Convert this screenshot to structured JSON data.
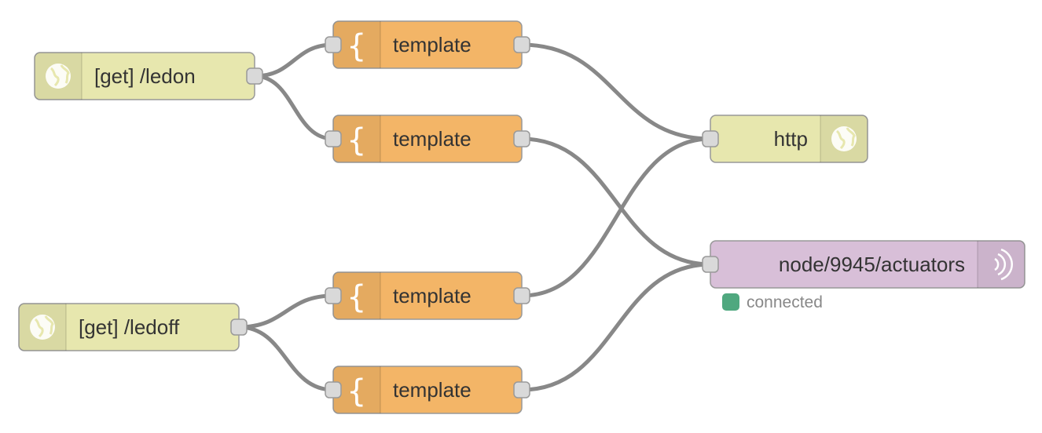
{
  "colors": {
    "http_in": "#e7e7ae",
    "template": "#f3b567",
    "mqtt_out": "#d8bfd8",
    "wire": "#888888",
    "status_connected": "#4fa87f"
  },
  "nodes": {
    "ledon": {
      "label": "[get] /ledon",
      "icon": "globe-icon"
    },
    "ledoff": {
      "label": "[get] /ledoff",
      "icon": "globe-icon"
    },
    "tpl1": {
      "label": "template",
      "icon": "brace-icon"
    },
    "tpl2": {
      "label": "template",
      "icon": "brace-icon"
    },
    "tpl3": {
      "label": "template",
      "icon": "brace-icon"
    },
    "tpl4": {
      "label": "template",
      "icon": "brace-icon"
    },
    "http": {
      "label": "http",
      "icon": "globe-icon"
    },
    "mqtt": {
      "label": "node/9945/actuators",
      "icon": "broadcast-icon",
      "status": "connected"
    }
  }
}
